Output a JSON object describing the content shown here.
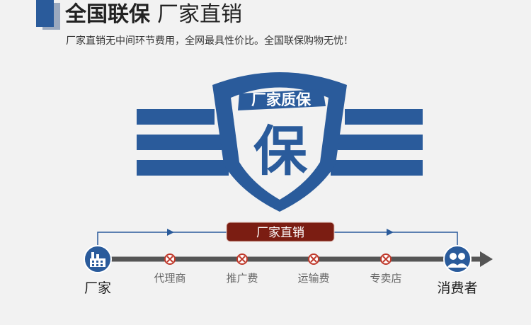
{
  "header": {
    "title": "全国联保",
    "title_light": "厂家直销",
    "subtitle": "厂家直销无中间环节费用，全网最具性价比。全国联保购物无忧！"
  },
  "emblem": {
    "banner_text": "厂家质保",
    "big_char": "保"
  },
  "flow": {
    "route_label": "厂家直销",
    "start_label": "厂家",
    "end_label": "消费者",
    "steps": [
      "代理商",
      "推广费",
      "运输费",
      "专卖店"
    ]
  },
  "colors": {
    "brand_blue": "#2a5b9b",
    "route_red": "#7b1d12",
    "axis_gray": "#555555",
    "step_red": "#c0392b"
  }
}
